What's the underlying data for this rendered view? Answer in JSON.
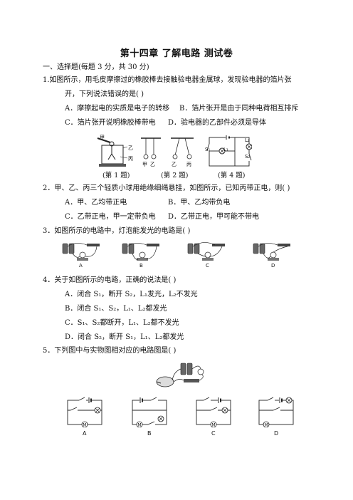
{
  "title": "第十四章 了解电路 测试卷",
  "section1": "一、选择题(每题 3 分，共 30 分)",
  "q1": {
    "line1": "1.如图所示，用毛皮摩擦过的橡胶棒去接触验电器金属球，发现验电器的箔片张",
    "line2": "开，下列说法错误的是(      )",
    "a": "A．摩擦起电的实质是电子的转移",
    "b": "B．箔片张开是由于同种电荷相互排斥",
    "c": "C．箔片张开说明橡胶棒带电",
    "d": "D．验电器的乙部件必须是导体"
  },
  "fig_labels": {
    "fig1_jia": "甲",
    "fig1_yi": "乙",
    "fig1_bing": "丙",
    "fig2_jia": "甲",
    "fig2_yi": "乙",
    "fig2_yi2": "乙",
    "fig2_bing": "丙",
    "fig4_s1": "S₁",
    "fig4_l1": "L₁",
    "fig4_l2": "L₂",
    "fig4_s2": "S₂"
  },
  "captions": {
    "c1": "(第 1 题)",
    "c2": "(第 2 题)",
    "c4": "(第 4 题)"
  },
  "q2": {
    "line": "2．甲、乙、丙三个轻质小球用绝缘细绳悬挂，如图所示，已知丙带正电，则(      )",
    "a": "A．甲、乙均带正电",
    "b": "B．甲、乙均带负电",
    "c": "C．乙带正电，甲一定带负电",
    "d": "D．乙带正电，甲可能不带电"
  },
  "q3": {
    "line": "3．如图所示的电路中，灯泡能发光的电路是(      )",
    "labels": [
      "A",
      "B",
      "C",
      "D"
    ]
  },
  "q4": {
    "line": "4．关于如图所示的电路，正确的说法是(      )",
    "a": "A．闭合 S₁，断开 S₂，L₁发光，L₂不发光",
    "b": "B．闭合 S₁、S₂，L₁、L₂都发光",
    "c": "C．S₁、S₂都断开，L₁、L₂都不发光",
    "d": "D．闭合 S₂，断开 S₁，L₁、L₂都发光"
  },
  "q5": {
    "line": "5．下列图中与实物图相对应的电路图是(      )",
    "labels": [
      "A",
      "B",
      "C",
      "D"
    ],
    "motor_symbol": "M"
  }
}
